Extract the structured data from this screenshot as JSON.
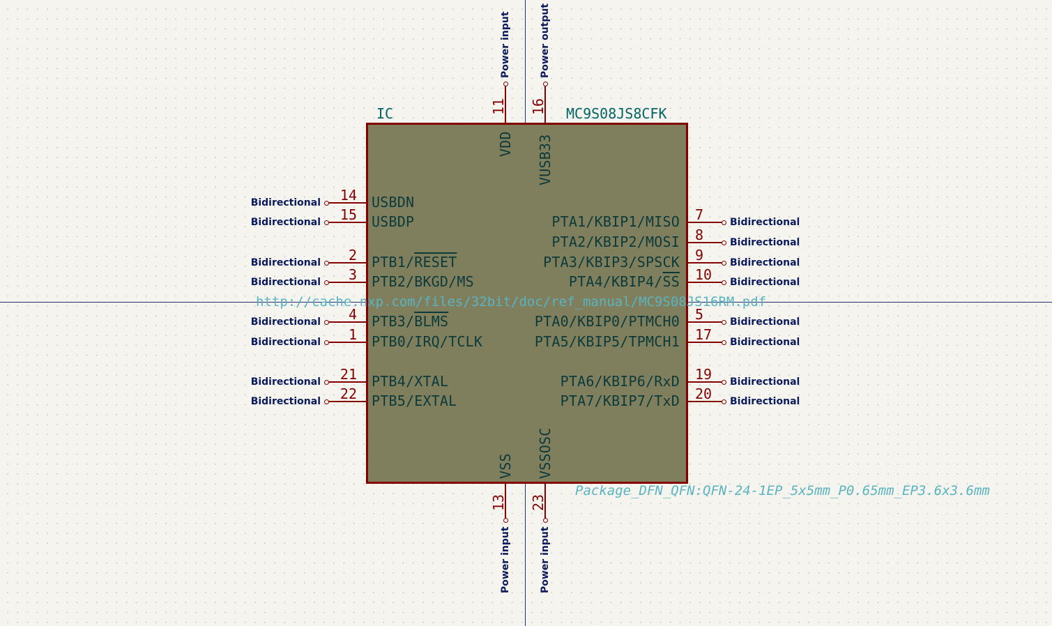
{
  "symbol": {
    "reference": "IC",
    "value": "MC9S08JS8CFK",
    "datasheet": "http://cache.nxp.com/files/32bit/doc/ref_manual/MC9S08JS16RM.pdf",
    "footprint": "Package_DFN_QFN:QFN-24-1EP_5x5mm_P0.65mm_EP3.6x3.6mm"
  },
  "pins": {
    "left": [
      {
        "num": "14",
        "name": "USBDN",
        "type": "Bidirectional"
      },
      {
        "num": "15",
        "name": "USBDP",
        "type": "Bidirectional"
      },
      {
        "num": "2",
        "name_pre": "PTB1/",
        "name_ovl": "RESET",
        "type": "Bidirectional"
      },
      {
        "num": "3",
        "name": "PTB2/BKGD/MS",
        "type": "Bidirectional"
      },
      {
        "num": "4",
        "name_pre": "PTB3/",
        "name_ovl": "BLMS",
        "type": "Bidirectional"
      },
      {
        "num": "1",
        "name": "PTB0/IRQ/TCLK",
        "type": "Bidirectional"
      },
      {
        "num": "21",
        "name": "PTB4/XTAL",
        "type": "Bidirectional"
      },
      {
        "num": "22",
        "name": "PTB5/EXTAL",
        "type": "Bidirectional"
      }
    ],
    "right": [
      {
        "num": "7",
        "name": "PTA1/KBIP1/MISO",
        "type": "Bidirectional"
      },
      {
        "num": "8",
        "name": "PTA2/KBIP2/MOSI",
        "type": "Bidirectional"
      },
      {
        "num": "9",
        "name": "PTA3/KBIP3/SPSCK",
        "type": "Bidirectional"
      },
      {
        "num": "10",
        "name_pre": "PTA4/KBIP4/",
        "name_ovl": "SS",
        "type": "Bidirectional"
      },
      {
        "num": "5",
        "name": "PTA0/KBIP0/PTMCH0",
        "type": "Bidirectional"
      },
      {
        "num": "17",
        "name": "PTA5/KBIP5/TPMCH1",
        "type": "Bidirectional"
      },
      {
        "num": "19",
        "name": "PTA6/KBIP6/RxD",
        "type": "Bidirectional"
      },
      {
        "num": "20",
        "name": "PTA7/KBIP7/TxD",
        "type": "Bidirectional"
      }
    ],
    "top": [
      {
        "num": "11",
        "name": "VDD",
        "type": "Power input"
      },
      {
        "num": "16",
        "name": "VUSB33",
        "type": "Power output"
      }
    ],
    "bottom": [
      {
        "num": "13",
        "name": "VSS",
        "type": "Power input"
      },
      {
        "num": "23",
        "name": "VSSOSC",
        "type": "Power input"
      }
    ]
  }
}
